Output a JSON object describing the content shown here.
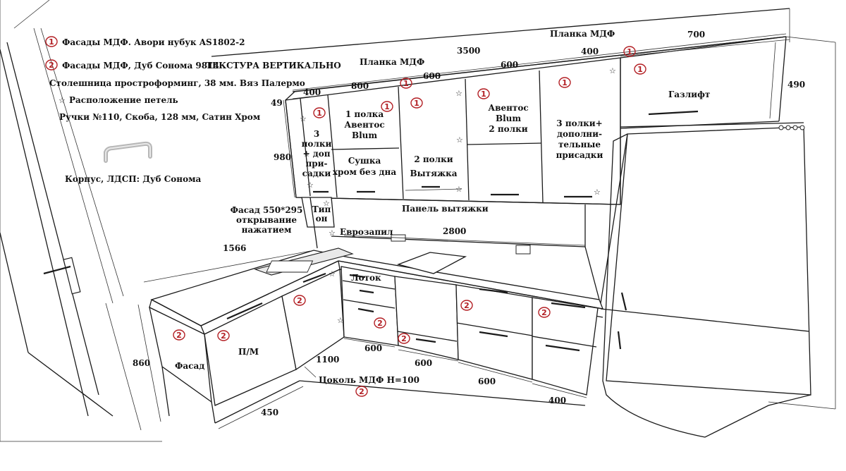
{
  "legend": {
    "facade_1": "Фасады МДФ. Авори нубук AS1802-2",
    "facade_2": "Фасады МДФ, Дуб Сонома 9814",
    "texture_note": "ТЕКСТУРА ВЕРТИКАЛЬНО",
    "worktop": "Столешница простроформинг, 38 мм. Вяз Палермо",
    "hinges": "Расположение петель",
    "handles": "Ручки №110, Скоба, 128 мм, Сатин Хром",
    "body": "Корпус, ЛДСП: Дуб Сонома"
  },
  "markers": {
    "one": "1",
    "two": "2"
  },
  "upper_cabinets": {
    "left_col": "3\nполки\n+ доп\nпри-\nсадки",
    "cab1_top": "1 полка\nАвентос\nBlum",
    "cab1_bottom": "Сушка\nхром без дна",
    "cab2": "2 полки\nВытяжка",
    "cab3": "Авентос\nBlum\n2 полки",
    "cab4": "3 полки+\nдополни-\nтельные\nприсадки",
    "gaslift": "Газлифт",
    "push_type": "Тип\nон",
    "hood_panel": "Панель вытяжки"
  },
  "annotations": {
    "plank_left": "Планка МДФ",
    "plank_right": "Планка МДФ",
    "facade_push": "Фасад 550*295\nоткрывание\nнажатием",
    "eurozapil": "Еврозапил",
    "tray": "Лоток",
    "facade_label": "Фасад",
    "pm_label": "П/М",
    "plinth": "Цоколь МДФ Н=100"
  },
  "dimensions": {
    "total_top": "3500",
    "d700": "700",
    "d400_top": "400",
    "d600_top": "600",
    "d600_mid": "600",
    "d800": "800",
    "d400_left": "400",
    "d490": "490",
    "d49": "49",
    "d980": "980",
    "d2800": "2800",
    "d1566": "1566",
    "d860": "860",
    "d1100": "1100",
    "d450": "450",
    "d600_a": "600",
    "d600_b": "600",
    "d600_c": "600",
    "d400_bottom": "400"
  }
}
